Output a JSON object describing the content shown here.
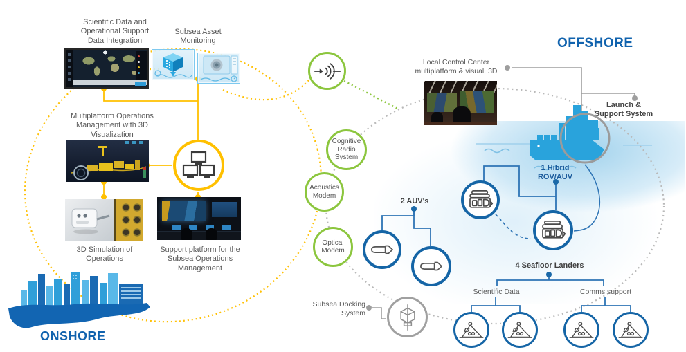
{
  "titles": {
    "onshore": "ONSHORE",
    "offshore": "OFFSHORE"
  },
  "colors": {
    "accent_yellow": "#FFC000",
    "accent_green": "#8CC63E",
    "accent_blue": "#1565A6",
    "connector_gray": "#9E9E9E",
    "label_gray": "#595959",
    "heading_blue": "#1163AE",
    "ship_blue": "#29A3DC"
  },
  "onshore": {
    "labels": {
      "scientific_data": "Scientific Data and\nOperational Support\nData Integration",
      "subsea_asset": "Subsea Asset\nMonitoring",
      "multiplatform": "Multiplatform Operations\nManagement with 3D\nVisualization",
      "simulation": "3D Simulation of\nOperations",
      "support_platform": "Support platform for the\nSubsea Operations\nManagement"
    }
  },
  "comms": {
    "radio_link": "radio-signal",
    "cognitive": "Cognitive\nRadio\nSystem",
    "acoustics": "Acoustics\nModem",
    "optical": "Optical\nModem",
    "docking": "Subsea Docking\nSystem"
  },
  "offshore": {
    "labels": {
      "lcc": "Local Control Center\nmultiplatform & visual. 3D",
      "launch": "Launch &\nSupport System",
      "hybrid": "1 Hibrid\nROV/AUV",
      "auvs": "2 AUV's",
      "landers": "4 Seafloor Landers",
      "landers_sci": "Scientific Data",
      "landers_comms": "Comms support"
    }
  },
  "icons": {
    "hub": "network-monitors-icon",
    "radio": "radio-signal-icon",
    "auv": "auv-torpedo-icon",
    "rov": "rov-vehicle-icon",
    "lander": "seafloor-lander-icon",
    "docking": "docking-station-cube-icon"
  }
}
